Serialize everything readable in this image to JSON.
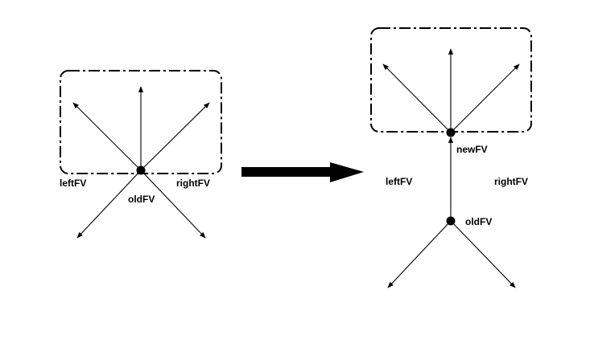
{
  "left_diagram": {
    "node_label": "oldFV",
    "left_label": "leftFV",
    "right_label": "rightFV"
  },
  "right_diagram": {
    "new_node_label": "newFV",
    "old_node_label": "oldFV",
    "left_label": "leftFV",
    "right_label": "rightFV"
  },
  "colors": {
    "stroke": "#000000",
    "background": "#ffffff"
  }
}
